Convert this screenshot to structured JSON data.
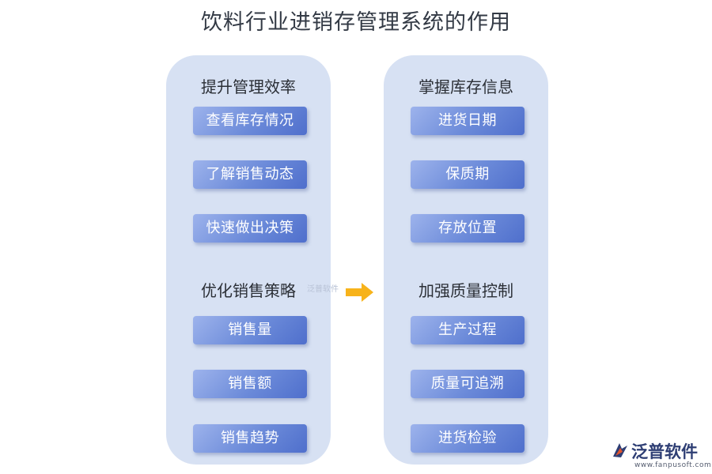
{
  "title": "饮料行业进销存管理系统的作用",
  "left_panel": {
    "sections": [
      {
        "heading": "提升管理效率",
        "items": [
          "查看库存情况",
          "了解销售动态",
          "快速做出决策"
        ]
      },
      {
        "heading": "优化销售策略",
        "items": [
          "销售量",
          "销售额",
          "销售趋势"
        ]
      }
    ]
  },
  "right_panel": {
    "sections": [
      {
        "heading": "掌握库存信息",
        "items": [
          "进货日期",
          "保质期",
          "存放位置"
        ]
      },
      {
        "heading": "加强质量控制",
        "items": [
          "生产过程",
          "质量可追溯",
          "进货检验"
        ]
      }
    ]
  },
  "watermark": "泛普软件",
  "logo": {
    "name": "泛普软件",
    "url": "www.fanpusoft.com",
    "icon": "fanpu-logo-icon"
  },
  "colors": {
    "panel": "#d7e1f3",
    "button": "#6b8ad9",
    "arrow": "#f7b31b",
    "title": "#333a45"
  }
}
